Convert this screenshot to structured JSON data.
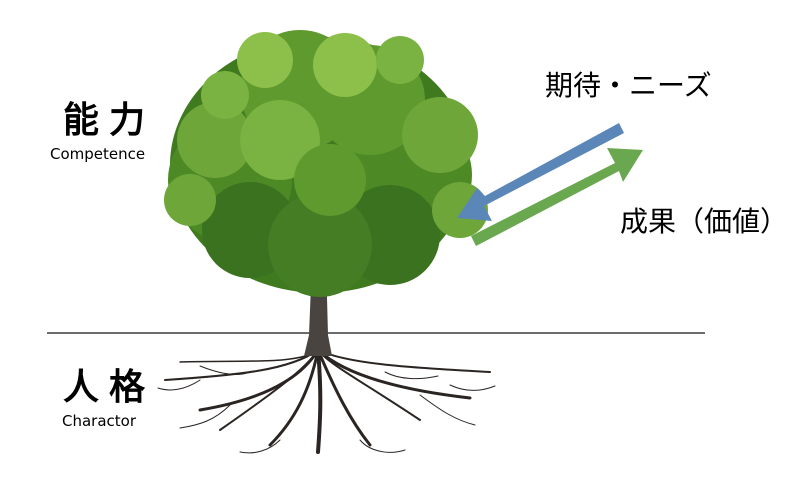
{
  "labels": {
    "ability_jp": "能力",
    "ability_en": "Competence",
    "character_jp": "人格",
    "character_en": "Charactor",
    "expectation": "期待・ニーズ",
    "result": "成果（価値）"
  },
  "illustration": {
    "subject": "tree-with-roots",
    "colors": {
      "foliage_dark": "#3f7a1f",
      "foliage_mid": "#5f9a2e",
      "foliage_light": "#8cc04a",
      "trunk": "#4a4440",
      "roots": "#2a2522",
      "ground_line": "#3c3c3c",
      "arrow_expectation": "#5b86b8",
      "arrow_result": "#6aa84f"
    }
  }
}
